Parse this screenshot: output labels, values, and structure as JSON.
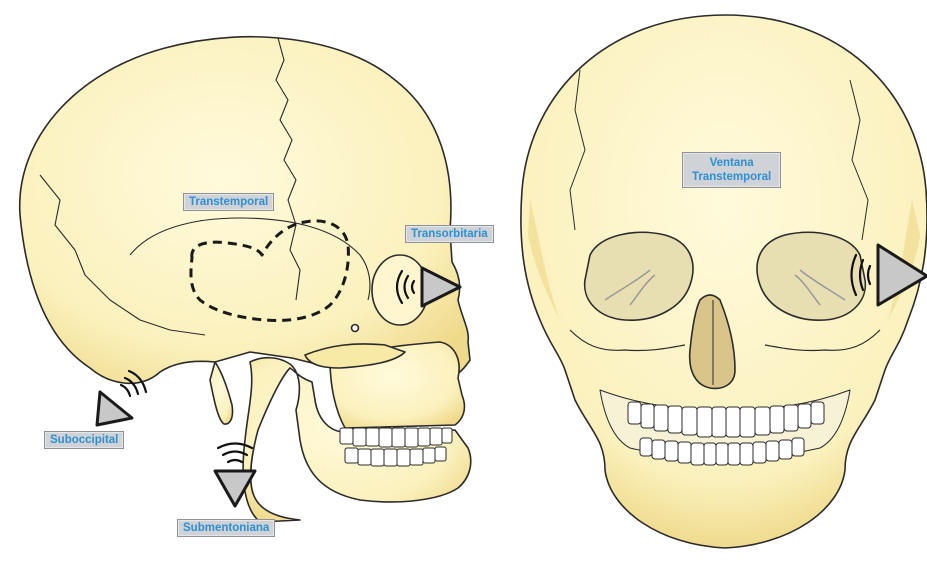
{
  "labels": {
    "transtemporal": "Transtemporal",
    "transorbitaria": "Transorbitaria",
    "suboccipital": "Suboccipital",
    "submentoniana": "Submentoniana",
    "ventana_line1": "Ventana",
    "ventana_line2": "Transtemporal"
  },
  "colors": {
    "bone": "#fbf3c2",
    "bone_shadow": "#f0dd8a",
    "outline": "#2b2b2b",
    "probe_fill": "#c8c8c8",
    "label_text": "#2f8fd0",
    "label_bg": "#cfd2d6"
  },
  "icons": [
    "ultrasound-probe-icon",
    "sound-wave-icon"
  ]
}
